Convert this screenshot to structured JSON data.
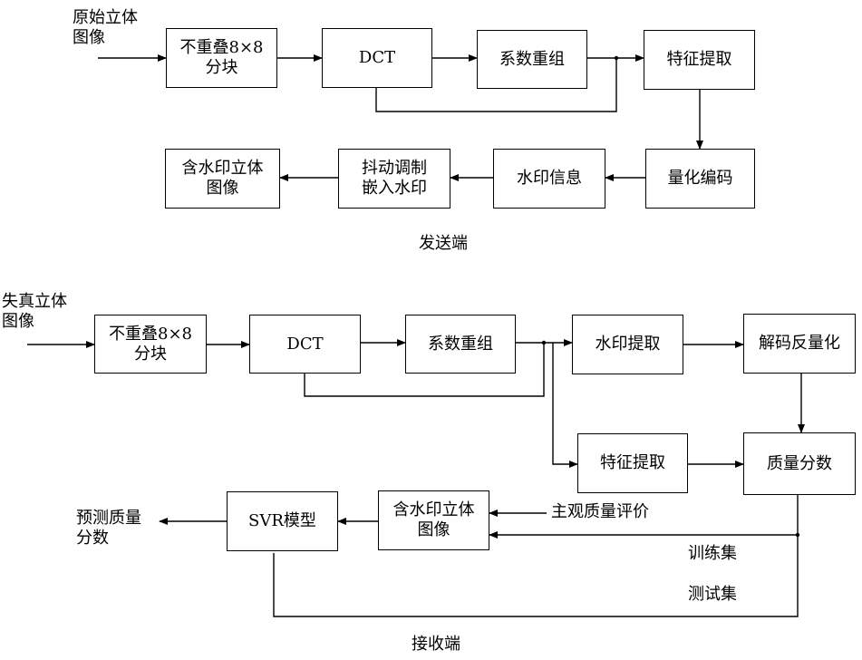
{
  "sender": {
    "input_label": "原始立体\n图像",
    "block_split": "不重叠8×8\n分块",
    "dct": "DCT",
    "coef_regroup": "系数重组",
    "feature_extract": "特征提取",
    "quant_encode": "量化编码",
    "watermark_info": "水印信息",
    "dither_embed": "抖动调制\n嵌入水印",
    "watermarked_image": "含水印立体\n图像",
    "caption": "发送端"
  },
  "receiver": {
    "input_label": "失真立体\n图像",
    "block_split": "不重叠8×8\n分块",
    "dct": "DCT",
    "coef_regroup": "系数重组",
    "watermark_extract": "水印提取",
    "decode_dequant": "解码反量化",
    "feature_extract": "特征提取",
    "quality_score": "质量分数",
    "watermarked_image": "含水印立体\n图像",
    "svr_model": "SVR模型",
    "predicted_score": "预测质量\n分数",
    "subjective_eval": "主观质量评价",
    "train_set": "训练集",
    "test_set": "测试集",
    "caption": "接收端"
  }
}
